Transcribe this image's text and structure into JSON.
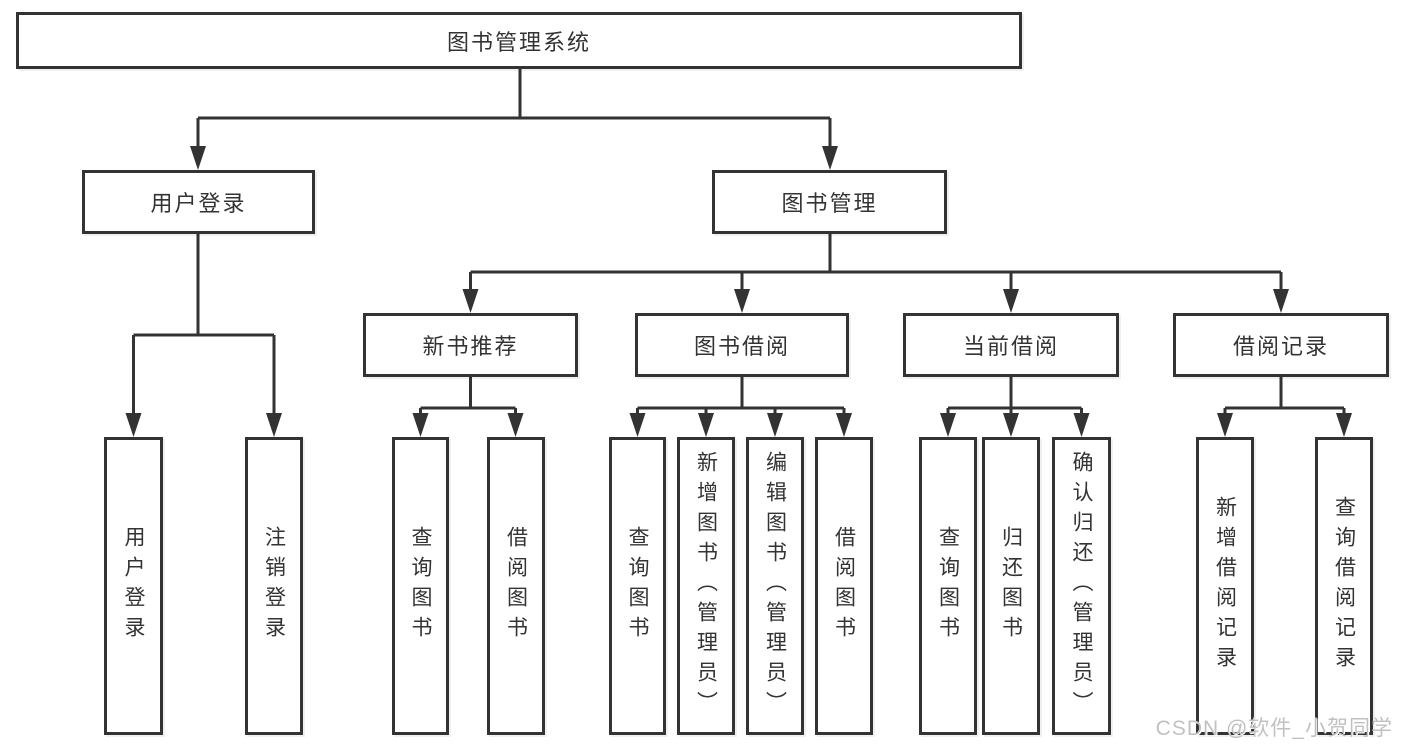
{
  "diagram": {
    "root": "图书管理系统",
    "level2": {
      "user_login": "用户登录",
      "book_management": "图书管理"
    },
    "level3": {
      "new_book_recommend": "新书推荐",
      "book_borrow": "图书借阅",
      "current_borrow": "当前借阅",
      "borrow_records": "借阅记录"
    },
    "leaves": [
      "用户登录",
      "注销登录",
      "查询图书",
      "借阅图书",
      "查询图书",
      "新增图书（管理员）",
      "编辑图书（管理员）",
      "借阅图书",
      "查询图书",
      "归还图书",
      "确认归还（管理员）",
      "新增借阅记录",
      "查询借阅记录"
    ]
  },
  "watermark": "CSDN @软件_小贺同学",
  "colors": {
    "line": "#333333",
    "border": "#333333",
    "text": "#333333",
    "background": "#ffffff",
    "watermark": "#c1c1c1"
  }
}
